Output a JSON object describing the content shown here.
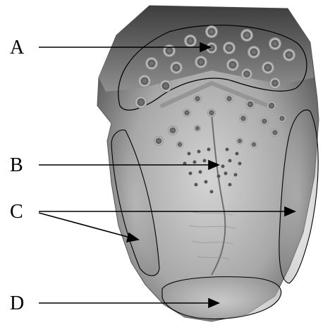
{
  "labels": {
    "a": "A",
    "b": "B",
    "c": "C",
    "d": "D"
  },
  "colors": {
    "background": "#ffffff",
    "tongue_light": "#d9d9d9",
    "tongue_mid": "#9a9a9a",
    "tongue_dark": "#3a3a3a",
    "outline": "#000000",
    "arrow": "#000000"
  }
}
